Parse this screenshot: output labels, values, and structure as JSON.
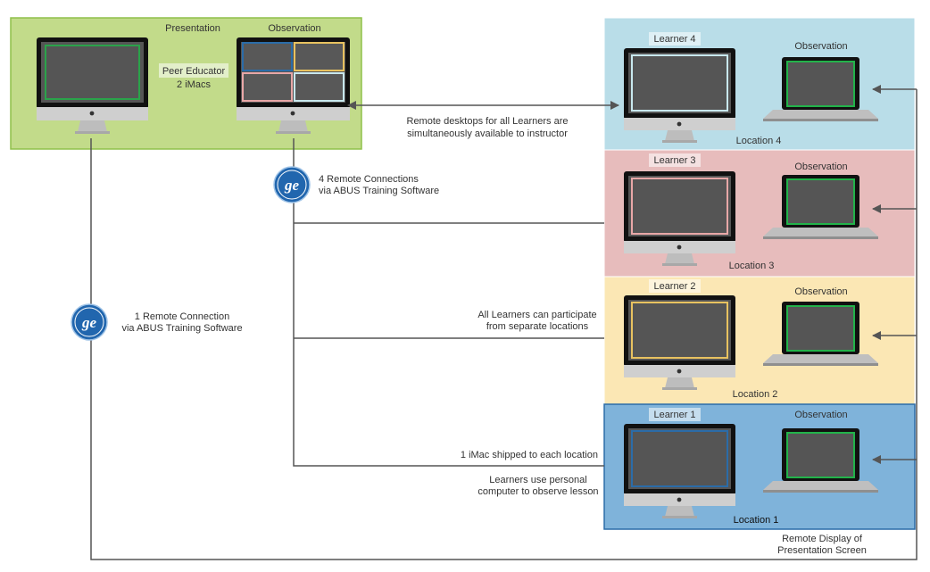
{
  "peer_educator": {
    "presentation_label": "Presentation",
    "observation_label": "Observation",
    "role_line1": "Peer Educator",
    "role_line2": "2 iMacs"
  },
  "locations": [
    {
      "learner": "Learner 4",
      "observation": "Observation",
      "location": "Location 4",
      "panel_color": "#b9dde8",
      "screen_color": "#c8e8ee"
    },
    {
      "learner": "Learner 3",
      "observation": "Observation",
      "location": "Location 3",
      "panel_color": "#e7bcbc",
      "screen_color": "#e8a7a7"
    },
    {
      "learner": "Learner 2",
      "observation": "Observation",
      "location": "Location 2",
      "panel_color": "#fbe7b4",
      "screen_color": "#e8c260"
    },
    {
      "learner": "Learner 1",
      "observation": "Observation",
      "location": "Location 1",
      "panel_color": "#7fb3da",
      "screen_color": "#2b6ca8"
    }
  ],
  "annotations": {
    "remote_desktops_line1": "Remote desktops for all Learners are",
    "remote_desktops_line2": "simultaneously available to instructor",
    "four_connections_line1": "4 Remote Connections",
    "four_connections_line2": "via ABUS Training Software",
    "one_connection_line1": "1 Remote Connection",
    "one_connection_line2": "via ABUS Training Software",
    "participate_line1": "All Learners can participate",
    "participate_line2": "from separate locations",
    "shipped": "1 iMac shipped to each location",
    "personal_line1": "Learners use personal",
    "personal_line2": "computer to observe lesson",
    "remote_display_line1": "Remote Display of",
    "remote_display_line2": "Presentation Screen"
  },
  "colors": {
    "peer_panel": "#c2db8a",
    "peer_panel_border": "#8fc04a",
    "presentation_screen": "#2aa34a",
    "observation_quadrants": [
      "#2b6ca8",
      "#e8c260",
      "#e8a7a7",
      "#c8e8ee"
    ],
    "laptop_screen": "#22b34a",
    "connector": "#555555",
    "ge_logo": "#2166ae"
  },
  "icons": {
    "ge_logo": "ge-logo-icon",
    "apple": "apple-logo-icon",
    "arrow": "arrow-left-icon"
  }
}
